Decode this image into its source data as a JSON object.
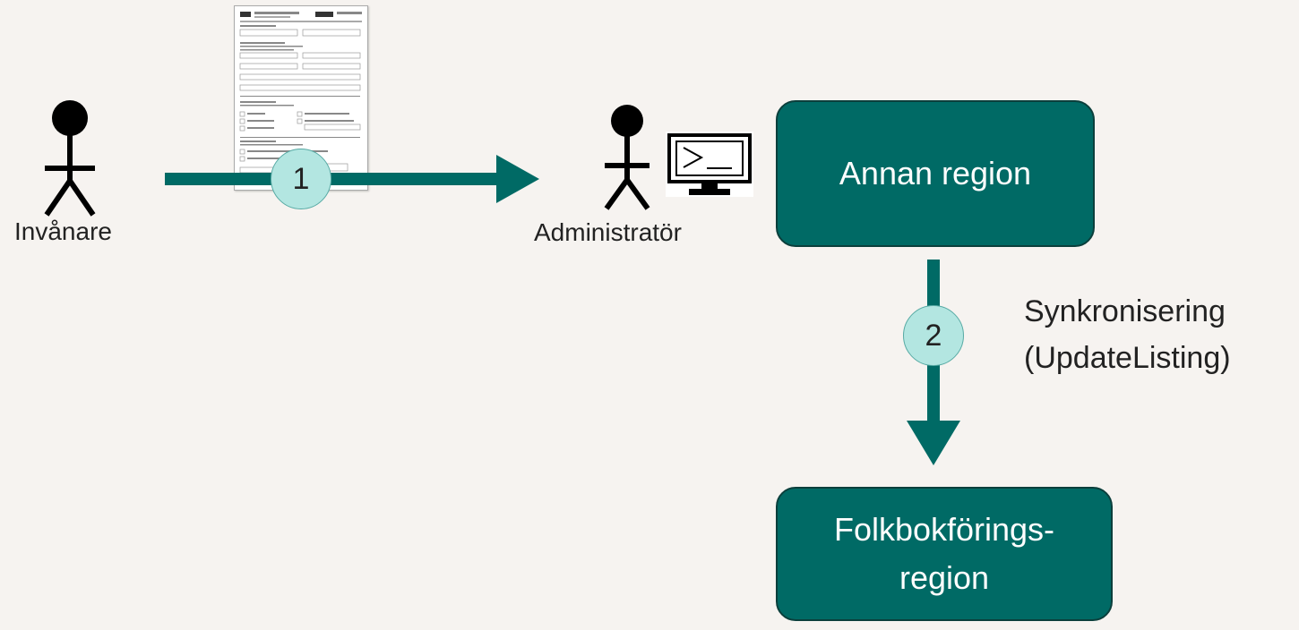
{
  "actors": {
    "citizen": {
      "label": "Invånare",
      "icon": "stick-figure-icon"
    },
    "admin": {
      "label": "Administratör",
      "icon": "stick-figure-icon",
      "tool_icon": "terminal-monitor-icon"
    }
  },
  "document": {
    "icon": "paper-form-icon"
  },
  "steps": {
    "one": "1",
    "two": "2"
  },
  "boxes": {
    "other_region": "Annan region",
    "registry_region_line1": "Folkbokförings-",
    "registry_region_line2": "region"
  },
  "sync": {
    "line1": "Synkronisering",
    "line2": "(UpdateListing)"
  },
  "colors": {
    "primary": "#006a65",
    "badge": "#b3e6e1",
    "background": "#f6f3f0"
  }
}
